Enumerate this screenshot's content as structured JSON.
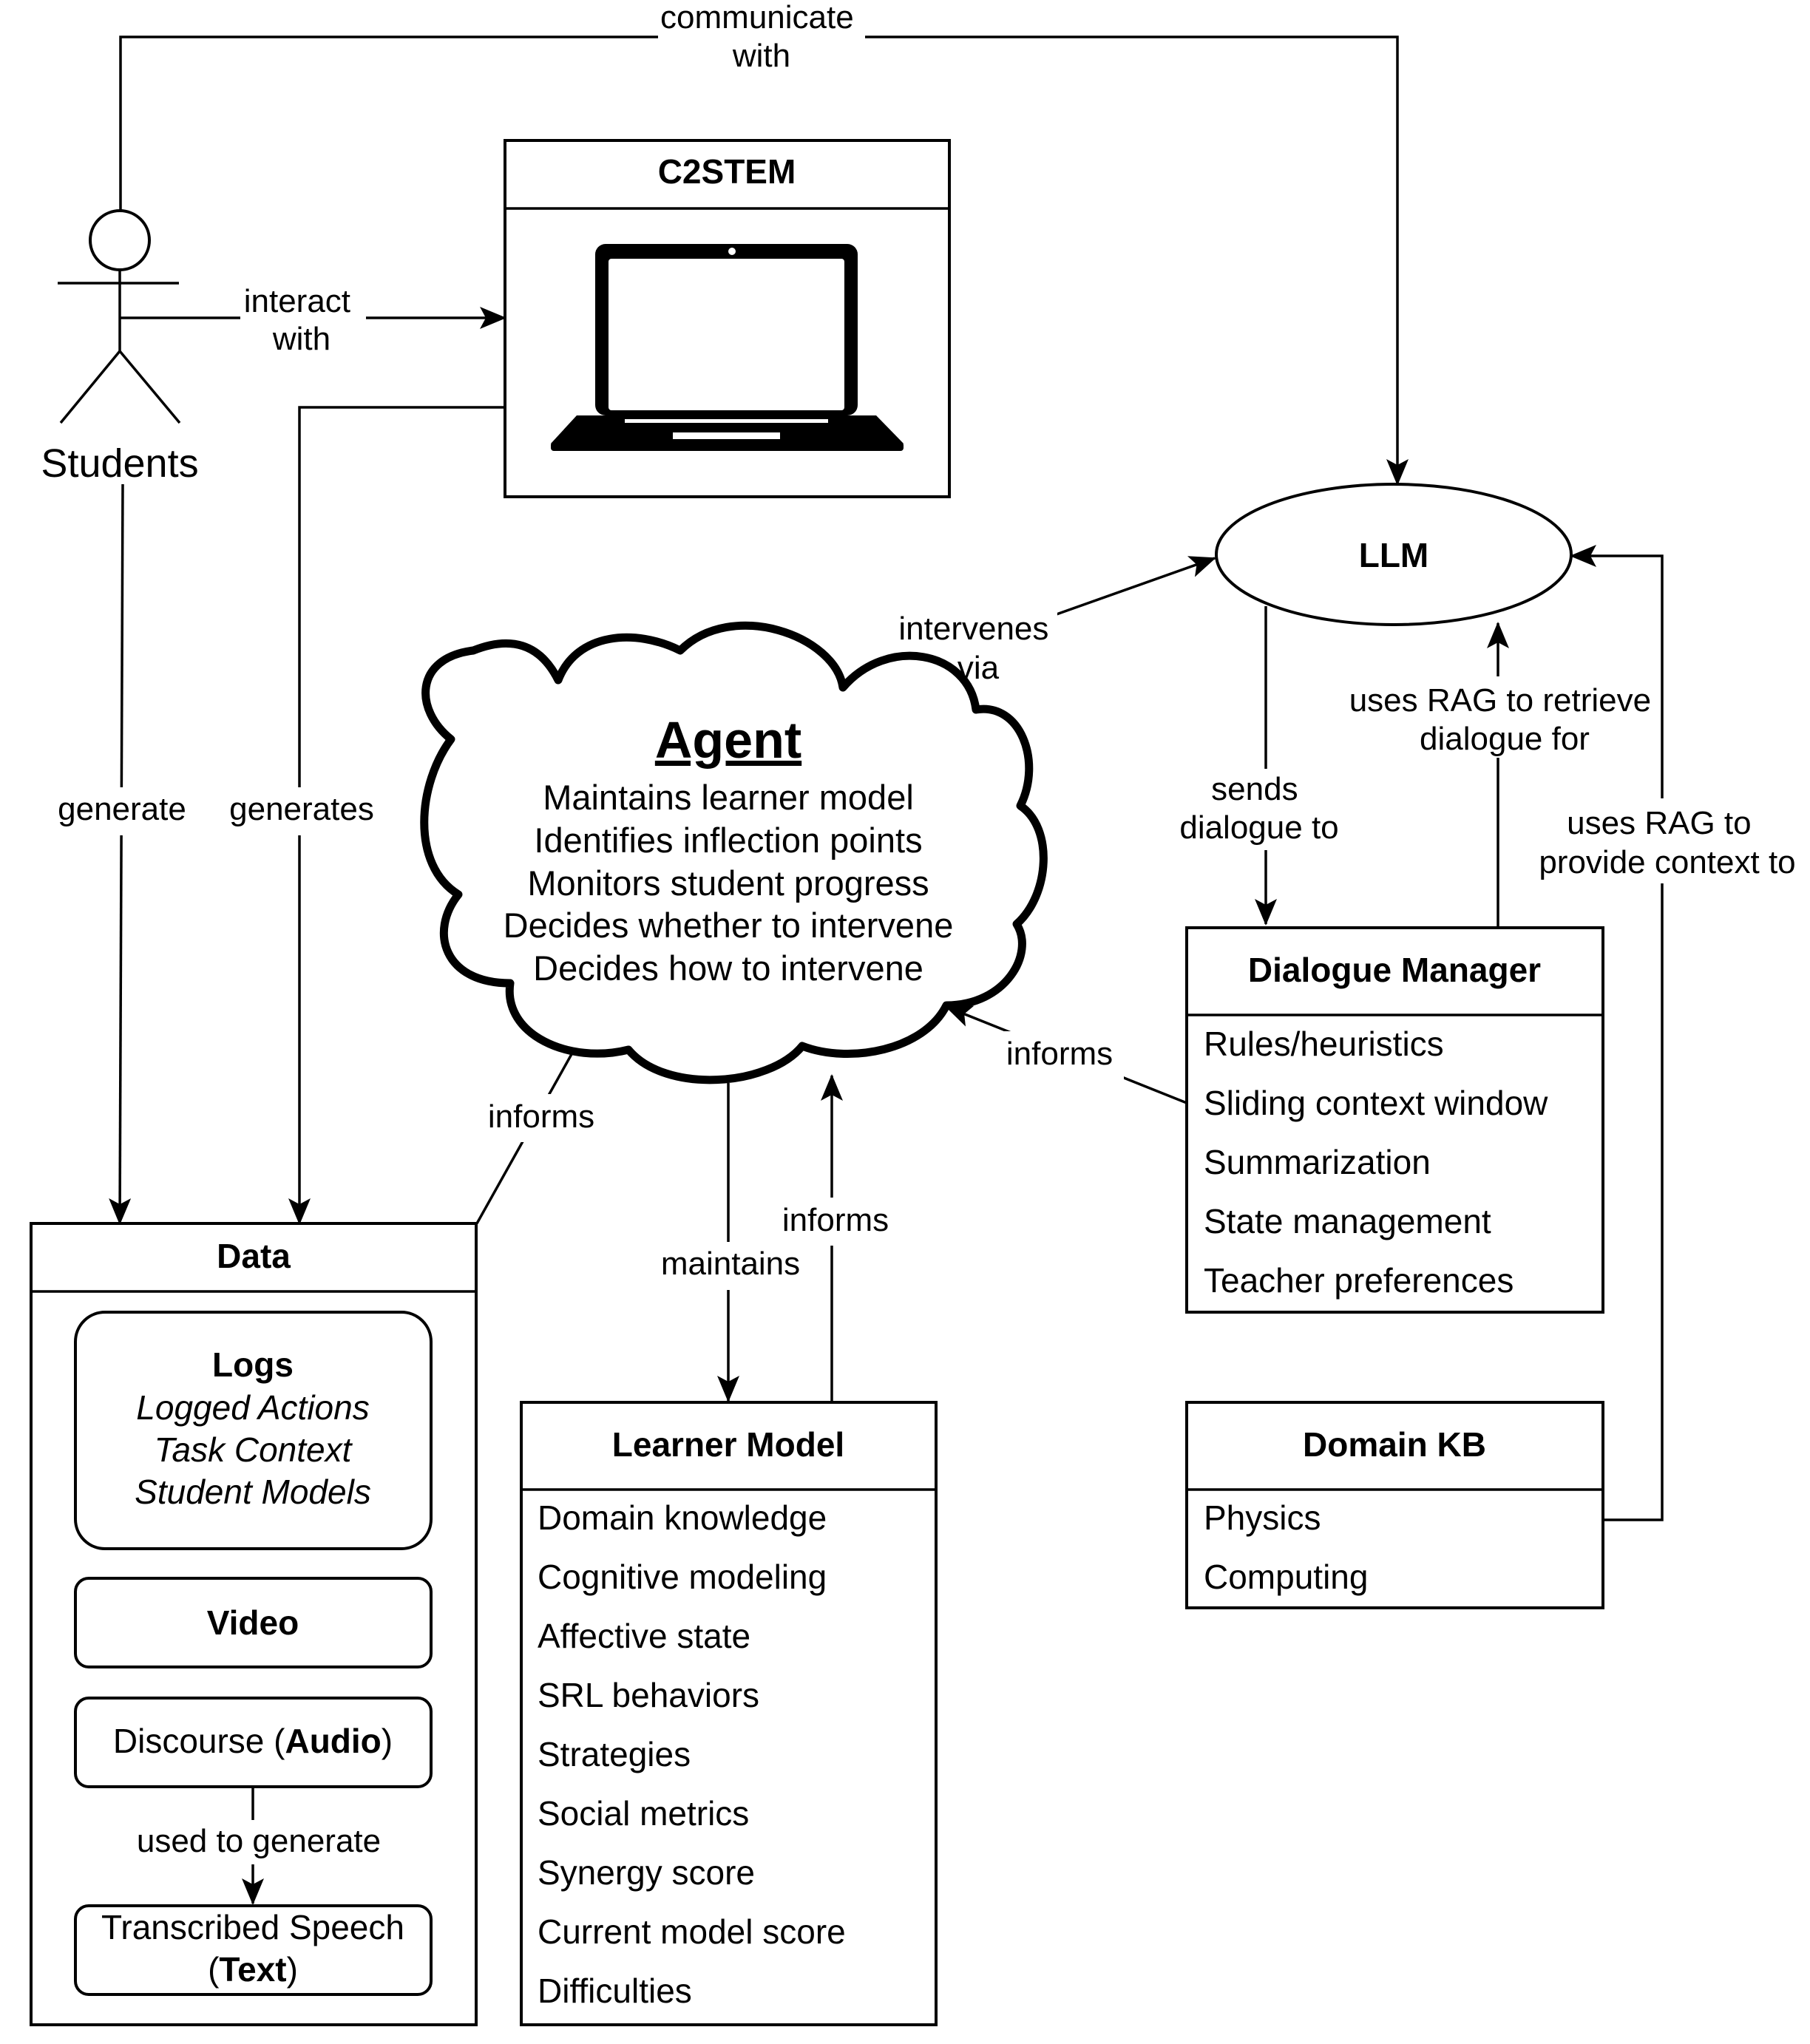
{
  "students": {
    "label": "Students"
  },
  "c2stem": {
    "title": "C2STEM"
  },
  "llm": {
    "label": "LLM"
  },
  "agent": {
    "title": "Agent",
    "lines": [
      "Maintains learner model",
      "Identifies inflection points",
      "Monitors student progress",
      "Decides whether to intervene",
      "Decides how to intervene"
    ]
  },
  "dialogue_manager": {
    "title": "Dialogue Manager",
    "items": [
      "Rules/heuristics",
      "Sliding context window",
      "Summarization",
      "State management",
      "Teacher preferences"
    ]
  },
  "domain_kb": {
    "title": "Domain KB",
    "items": [
      "Physics",
      "Computing"
    ]
  },
  "learner_model": {
    "title": "Learner Model",
    "items": [
      "Domain knowledge",
      "Cognitive modeling",
      "Affective state",
      "SRL behaviors",
      "Strategies",
      "Social metrics",
      "Synergy score",
      "Current model score",
      "Difficulties"
    ]
  },
  "data": {
    "title": "Data",
    "logs": {
      "title": "Logs",
      "items": [
        "Logged Actions",
        "Task Context",
        "Student Models"
      ]
    },
    "video": {
      "title": "Video"
    },
    "discourse": {
      "prefix": "Discourse (",
      "bold": "Audio",
      "suffix": ")"
    },
    "transcribed": {
      "line1": "Transcribed Speech",
      "prefix": "(",
      "bold": "Text",
      "suffix": ")"
    }
  },
  "edges": {
    "communicate_with": [
      "communicate",
      "with"
    ],
    "interact_with": [
      "interact",
      "with"
    ],
    "generate": "generate",
    "generates": "generates",
    "intervenes_via": [
      "intervenes",
      "via"
    ],
    "sends_dialogue_to": [
      "sends",
      "dialogue to"
    ],
    "uses_rag_retrieve": [
      "uses RAG to retrieve",
      "dialogue for"
    ],
    "uses_rag_provide": [
      "uses RAG to",
      "provide context to"
    ],
    "informs_dm": "informs",
    "informs_data": "informs",
    "informs_lm": "informs",
    "maintains": "maintains",
    "used_to_generate": "used to generate"
  }
}
